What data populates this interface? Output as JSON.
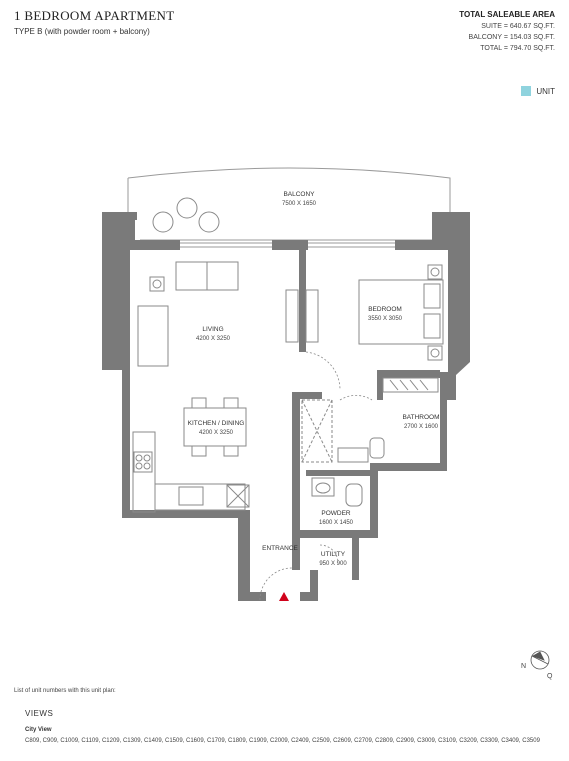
{
  "header": {
    "title": "1 BEDROOM APARTMENT",
    "subtitle": "TYPE B (with powder room + balcony)"
  },
  "area": {
    "heading": "TOTAL SALEABLE AREA",
    "suite": "SUITE = 640.67 SQ.FT.",
    "balcony": "BALCONY = 154.03 SQ.FT.",
    "total": "TOTAL = 794.70 SQ.FT."
  },
  "legend": {
    "label": "UNIT",
    "color": "#8fd3de"
  },
  "rooms": {
    "balcony": {
      "name": "BALCONY",
      "dims": "7500 X 1650"
    },
    "living": {
      "name": "LIVING",
      "dims": "4200 X 3250"
    },
    "bedroom": {
      "name": "BEDROOM",
      "dims": "3550 X 3050"
    },
    "kitchen": {
      "name": "KITCHEN / DINING",
      "dims": "4200 X 3250"
    },
    "bathroom": {
      "name": "BATHROOM",
      "dims": "2700 X 1600"
    },
    "powder": {
      "name": "POWDER",
      "dims": "1600 X 1450"
    },
    "utility": {
      "name": "UTILITY",
      "dims": "950 X 900"
    },
    "entrance": {
      "name": "ENTRANCE"
    }
  },
  "compass": {
    "n": "N",
    "q": "Q"
  },
  "colors": {
    "wall": "#7a7a7a",
    "line": "#8a8a8a",
    "entry_marker": "#d0021b"
  },
  "footer": {
    "units_note": "List of unit numbers with this unit plan:",
    "views_heading": "VIEWS",
    "view_name": "City View",
    "units": "C809, C909, C1009, C1109, C1209, C1309, C1409, C1509, C1609, C1709, C1809, C1909, C2009, C2409, C2509, C2609, C2709, C2809, C2909, C3009, C3109, C3209, C3309, C3409, C3509"
  }
}
